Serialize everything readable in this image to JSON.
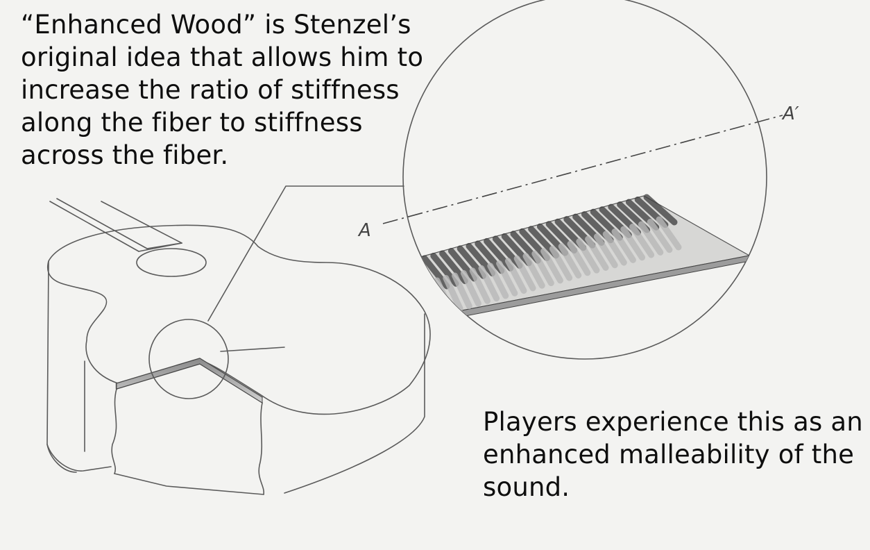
{
  "captions": {
    "top": "“Enhanced Wood” is Stenzel’s original idea that allows him to increase the ratio of stiffness along the fiber to stiffness across the fiber.",
    "bottom": "Players experience this as an enhanced malleability of the sound."
  },
  "section_labels": {
    "start": "A",
    "end": "A′"
  },
  "colors": {
    "background": "#f3f3f1",
    "ink": "#111111",
    "pencil": "#5a5a5a",
    "fiber_dark": "#3c3c3c",
    "fiber_light": "#b8b8b8"
  }
}
